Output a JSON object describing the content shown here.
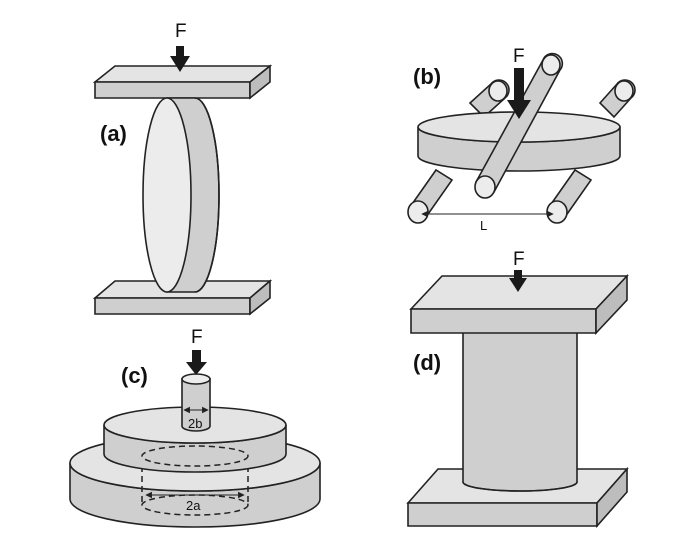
{
  "panels": {
    "a": {
      "label": "(a)",
      "force": "F"
    },
    "b": {
      "label": "(b)",
      "force": "F",
      "span": "L"
    },
    "c": {
      "label": "(c)",
      "force": "F",
      "inner_dim": "2b",
      "outer_dim": "2a"
    },
    "d": {
      "label": "(d)",
      "force": "F"
    }
  },
  "colors": {
    "fill": "#e4e4e4",
    "fill_side": "#cfcfcf",
    "stroke": "#222222",
    "arrow": "#1a1a1a"
  }
}
